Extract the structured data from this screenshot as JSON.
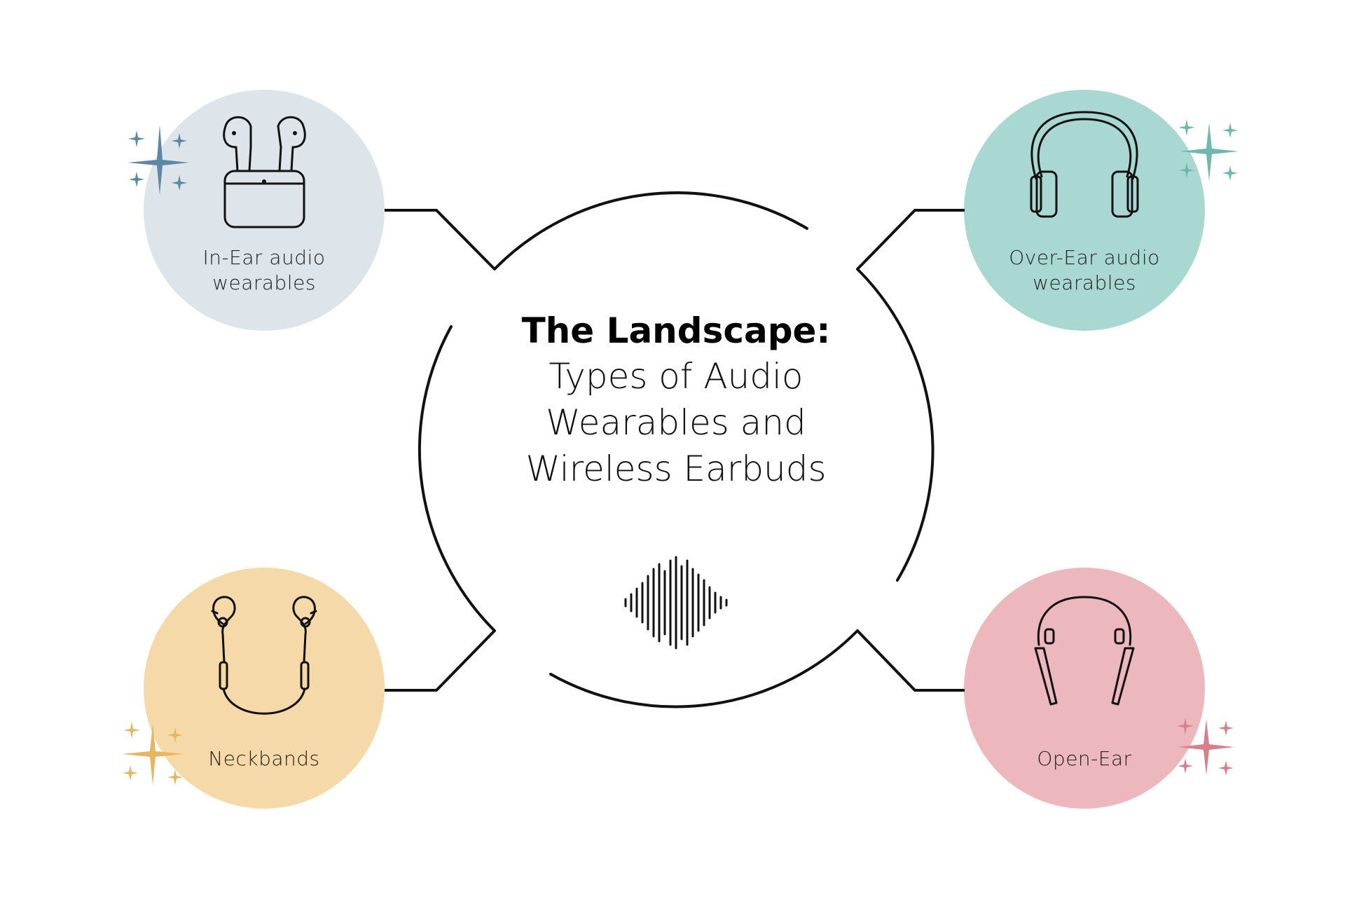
{
  "title": {
    "main": "The Landscape:",
    "line1": "Types of Audio",
    "line2": "Wearables and",
    "line3": "Wireless Earbuds"
  },
  "categories": [
    {
      "id": "in_ear",
      "label_line1": "In-Ear audio",
      "label_line2": "wearables",
      "icon": "earbuds-case-icon",
      "color": "#dde5ea",
      "sparkle_color": "#5c88a8"
    },
    {
      "id": "over_ear",
      "label_line1": "Over-Ear audio",
      "label_line2": "wearables",
      "icon": "over-ear-headphones-icon",
      "color": "#a8d8d1",
      "sparkle_color": "#6fb8ad"
    },
    {
      "id": "neckband",
      "label_line1": "Neckbands",
      "label_line2": "",
      "icon": "neckband-earphones-icon",
      "color": "#f6d9a8",
      "sparkle_color": "#e6b660"
    },
    {
      "id": "open_ear",
      "label_line1": "Open-Ear",
      "label_line2": "",
      "icon": "open-ear-headphones-icon",
      "color": "#ecb7bd",
      "sparkle_color": "#d6808e"
    }
  ],
  "center_icon": "sound-wave-icon",
  "line_color": "#111111"
}
